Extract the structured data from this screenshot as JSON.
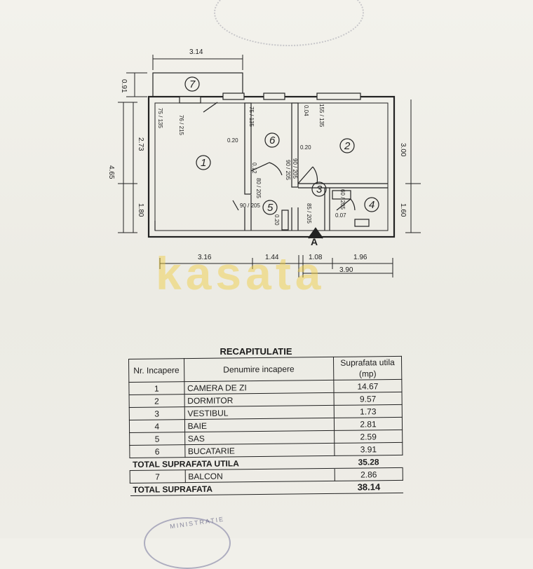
{
  "plan": {
    "overall_width": "3.14",
    "balcony_depth": "0.91",
    "height_total": "4.65",
    "height_upper": "2.73",
    "height_lower": "1.80",
    "right_height_upper": "3.00",
    "right_height_lower": "1.60",
    "bottom_dims": [
      "3.16",
      "1.44",
      "1.08",
      "1.96"
    ],
    "bottom_dim_total": "3.90",
    "opening_labels": {
      "window_room1_a": "75 / 135",
      "window_room1_b": "76 / 215",
      "window_room6": "75 / 135",
      "window_room2": "155 / 135",
      "door_room6": "90 / 205",
      "door_room2": "90 / 205",
      "door_room5_left": "90 / 205",
      "door_room5_right": "80 / 205",
      "door_room3": "85 / 205",
      "door_room4": "60 / 205"
    },
    "small_labels": {
      "wall_r1": "0.20",
      "wall_r2": "0.20",
      "wall_r2_top": "0.04",
      "wall_r5": "0.20",
      "wall_r4": "0.07",
      "niche": "0.12"
    },
    "room_numbers": [
      "1",
      "2",
      "3",
      "4",
      "5",
      "6",
      "7"
    ],
    "entrance_mark": "A"
  },
  "watermark": "kasata",
  "recap": {
    "title": "RECAPITULATIE",
    "headers": {
      "nr": "Nr. Incapere",
      "name": "Denumire incapere",
      "area": "Suprafata utila (mp)"
    },
    "rows": [
      {
        "nr": "1",
        "name": "CAMERA DE ZI",
        "area": "14.67"
      },
      {
        "nr": "2",
        "name": "DORMITOR",
        "area": "9.57"
      },
      {
        "nr": "3",
        "name": "VESTIBUL",
        "area": "1.73"
      },
      {
        "nr": "4",
        "name": "BAIE",
        "area": "2.81"
      },
      {
        "nr": "5",
        "name": "SAS",
        "area": "2.59"
      },
      {
        "nr": "6",
        "name": "BUCATARIE",
        "area": "3.91"
      }
    ],
    "total_useful_label": "TOTAL SUPRAFATA UTILA",
    "total_useful_value": "35.28",
    "balcony": {
      "nr": "7",
      "name": "BALCON",
      "area": "2.86"
    },
    "total_label": "TOTAL SUPRAFATA",
    "total_value": "38.14"
  },
  "stamp_text": "MINISTRATIE"
}
